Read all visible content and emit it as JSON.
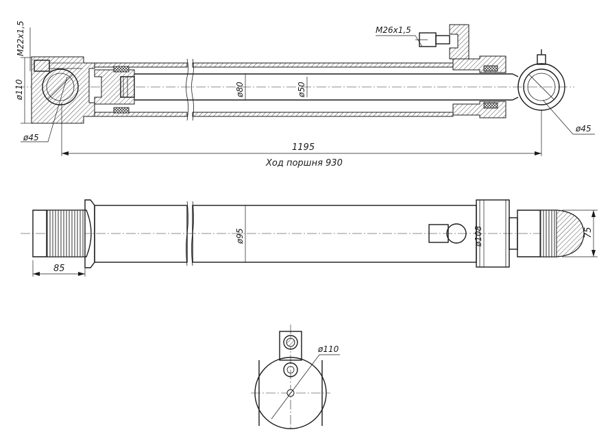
{
  "labels": {
    "thread_left": "M22x1,5",
    "thread_right": "M26x1,5",
    "dia_110_left": "ø110",
    "dia_45_left": "ø45",
    "dia_45_right": "ø45",
    "dia_80": "ø80",
    "dia_50": "ø50",
    "length_1195": "1195",
    "stroke_text": "Ход поршня 930",
    "dia_95": "ø95",
    "dia_108": "ø108",
    "dim_85": "85",
    "dim_75": "75",
    "dia_110_bottom": "ø110"
  }
}
